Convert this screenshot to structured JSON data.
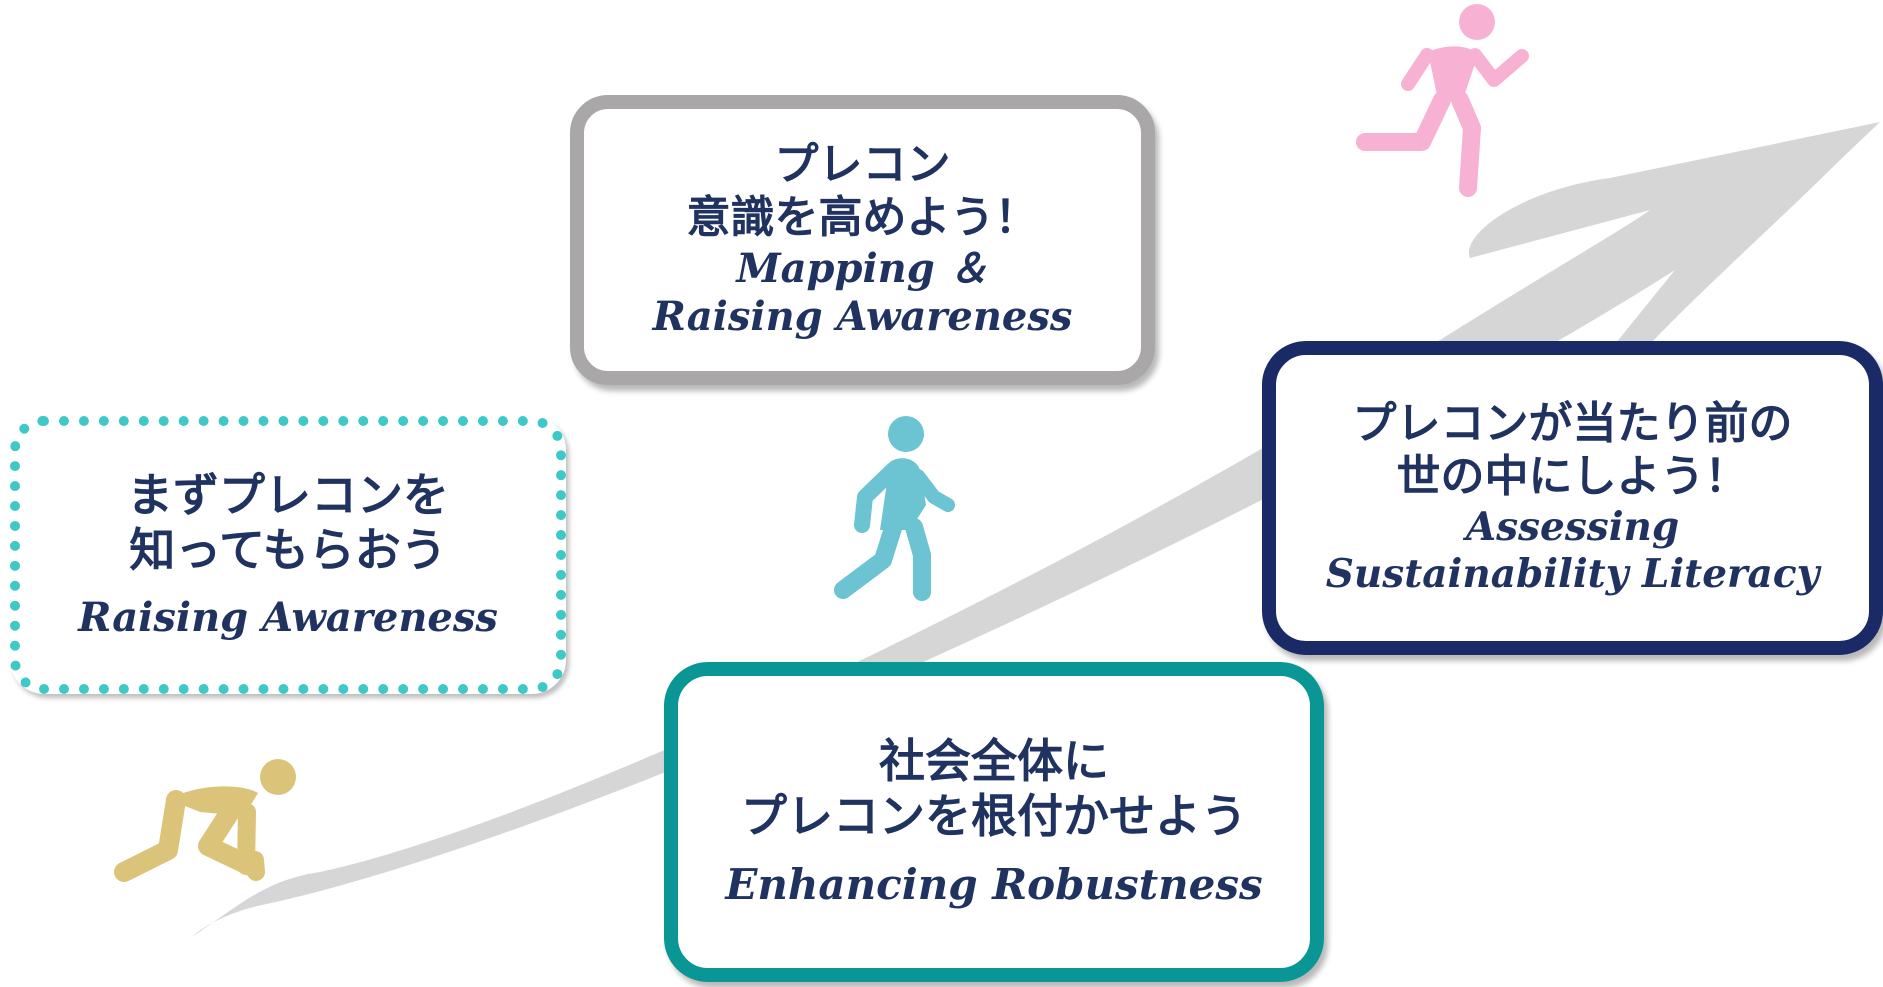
{
  "stages": [
    {
      "id": "stage-1",
      "jp_lines": [
        "まずプレコンを",
        "知ってもらおう"
      ],
      "en_lines": [
        "Raising Awareness"
      ],
      "border_color": "#3fc8c8",
      "border_style": "dotted"
    },
    {
      "id": "stage-2",
      "jp_lines": [
        "プレコン",
        "意識を高めよう！"
      ],
      "en_lines": [
        "Mapping ＆",
        "Raising Awareness"
      ],
      "border_color": "#a9a7a8",
      "border_style": "solid"
    },
    {
      "id": "stage-3",
      "jp_lines": [
        "プレコンが当たり前の",
        "世の中にしよう！"
      ],
      "en_lines": [
        "Assessing",
        "Sustainability Literacy"
      ],
      "border_color": "#1a2a66",
      "border_style": "solid"
    },
    {
      "id": "stage-4",
      "jp_lines": [
        "社会全体に",
        "プレコンを根付かせよう"
      ],
      "en_lines": [
        "Enhancing Robustness"
      ],
      "border_color": "#0a9694",
      "border_style": "solid"
    }
  ],
  "figures": [
    {
      "name": "crouching-runner-icon",
      "color": "#dcc37a"
    },
    {
      "name": "walking-person-icon",
      "color": "#6cc3d1"
    },
    {
      "name": "running-person-icon",
      "color": "#f7b1d3"
    }
  ],
  "arrow": {
    "name": "progress-arrow",
    "color": "#d7d6d7"
  },
  "colors": {
    "text": "#1f3260",
    "background": "#ffffff"
  }
}
